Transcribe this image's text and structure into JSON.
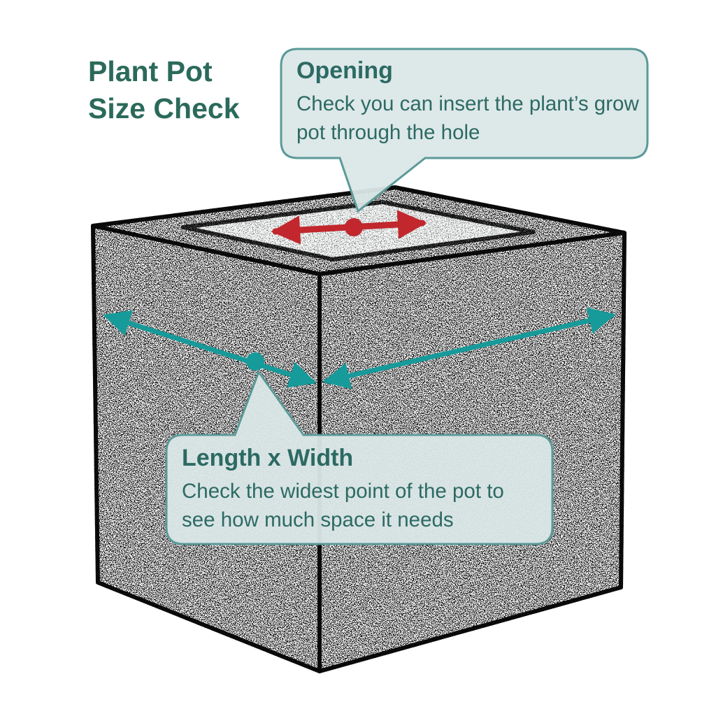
{
  "title": {
    "line1": "Plant Pot",
    "line2": "Size Check"
  },
  "callouts": {
    "opening": {
      "heading": "Opening",
      "body": "Check you can insert the plant’s grow pot through the hole"
    },
    "length_width": {
      "heading": "Length x Width",
      "body": "Check the widest point of the pot to see how much space it needs"
    }
  },
  "diagram": {
    "subject": "cube planter sketch",
    "markers": [
      "opening-width-arrow-red",
      "length-width-arrow-teal"
    ]
  },
  "colors": {
    "title_text": "#2b6a5b",
    "callout_text": "#2c6a63",
    "bubble_fill": "#dbe7e8",
    "bubble_border": "#5b9a98",
    "arrow_teal": "#179a9a",
    "arrow_red": "#c1272d",
    "outline_black": "#111111"
  }
}
